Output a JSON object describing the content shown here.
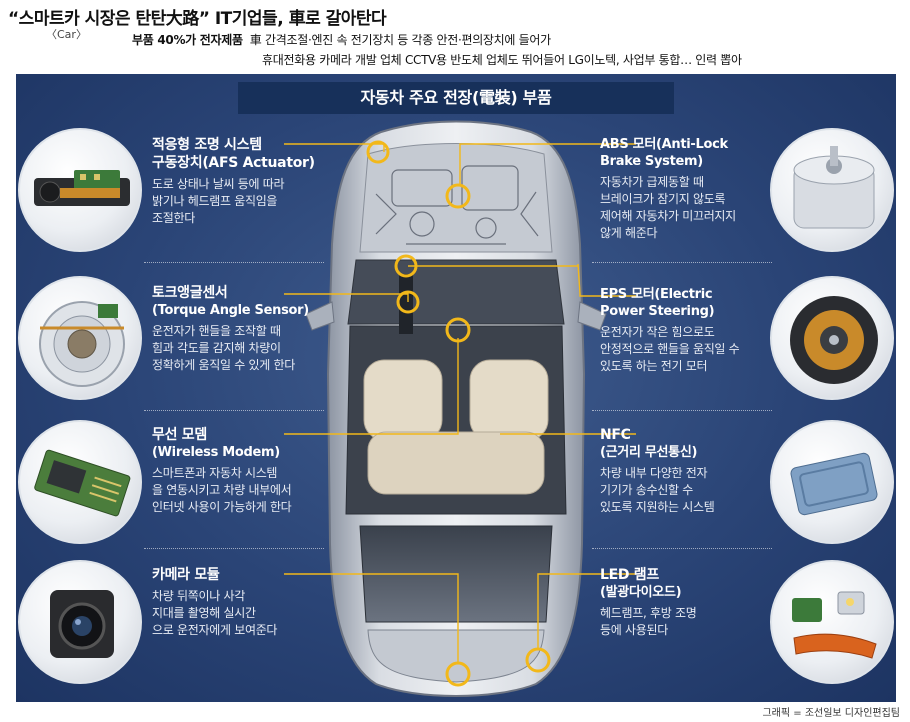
{
  "header": {
    "headline": "“스마트카 시장은 탄탄大路” IT기업들, 車로 갈아탄다",
    "tag": "〈Car〉",
    "sub1_bold": "부품 40%가 전자제품",
    "sub1_rest": "車 간격조절·엔진 속 전기장치 등   각종 안전·편의장치에 들어가",
    "sub2": "휴대전화용 카메라 개발 업체   CCTV용 반도체 업체도 뛰어들어   LG이노텍, 사업부 통합… 인력 뽑아"
  },
  "banner": "자동차 주요 전장(電裝) 부품",
  "left_items": [
    {
      "title1": "적응형 조명 시스템",
      "title2": "구동장치(AFS Actuator)",
      "desc": [
        "도로 상태나 날씨 등에 따라",
        "밝기나 헤드램프 움직임을",
        "조절한다"
      ]
    },
    {
      "title1": "토크앵글센서",
      "title2": "(Torque Angle Sensor)",
      "desc": [
        "운전자가 핸들을 조작할 때",
        "힘과 각도를 감지해 차량이",
        "정확하게 움직일 수 있게 한다"
      ]
    },
    {
      "title1": "무선 모뎀",
      "title2": "(Wireless Modem)",
      "desc": [
        "스마트폰과 자동차 시스템",
        "을 연동시키고 차량 내부에서",
        "인터넷 사용이 가능하게 한다"
      ]
    },
    {
      "title1": "카메라 모듈",
      "title2": "",
      "desc": [
        "차량 뒤쪽이나 사각",
        "지대를 촬영해 실시간",
        "으로 운전자에게 보여준다"
      ]
    }
  ],
  "right_items": [
    {
      "title1": "ABS 모터(Anti-Lock",
      "title2": "Brake System)",
      "desc": [
        "자동차가 급제동할 때",
        "브레이크가 잠기지 않도록",
        "제어해 자동차가 미끄러지지",
        "않게 해준다"
      ]
    },
    {
      "title1": "EPS 모터(Electric",
      "title2": "Power Steering)",
      "desc": [
        "운전자가 작은 힘으로도",
        "안정적으로 핸들을 움직일 수",
        "있도록 하는 전기 모터"
      ]
    },
    {
      "title1": "NFC",
      "title2": "(근거리 무선통신)",
      "desc": [
        "차량 내부 다양한 전자",
        "기기가 송수신할 수",
        "있도록 지원하는 시스템"
      ]
    },
    {
      "title1": "LED 램프",
      "title2": "(발광다이오드)",
      "desc": [
        "헤드램프, 후방 조명",
        "등에 사용된다"
      ]
    }
  ],
  "credit": "그래픽 = 조선일보 디자인편집팀",
  "colors": {
    "panel": "#2a4476",
    "banner": "#17305a",
    "marker": "#f2b81a",
    "car_body": "#c9ced6"
  }
}
